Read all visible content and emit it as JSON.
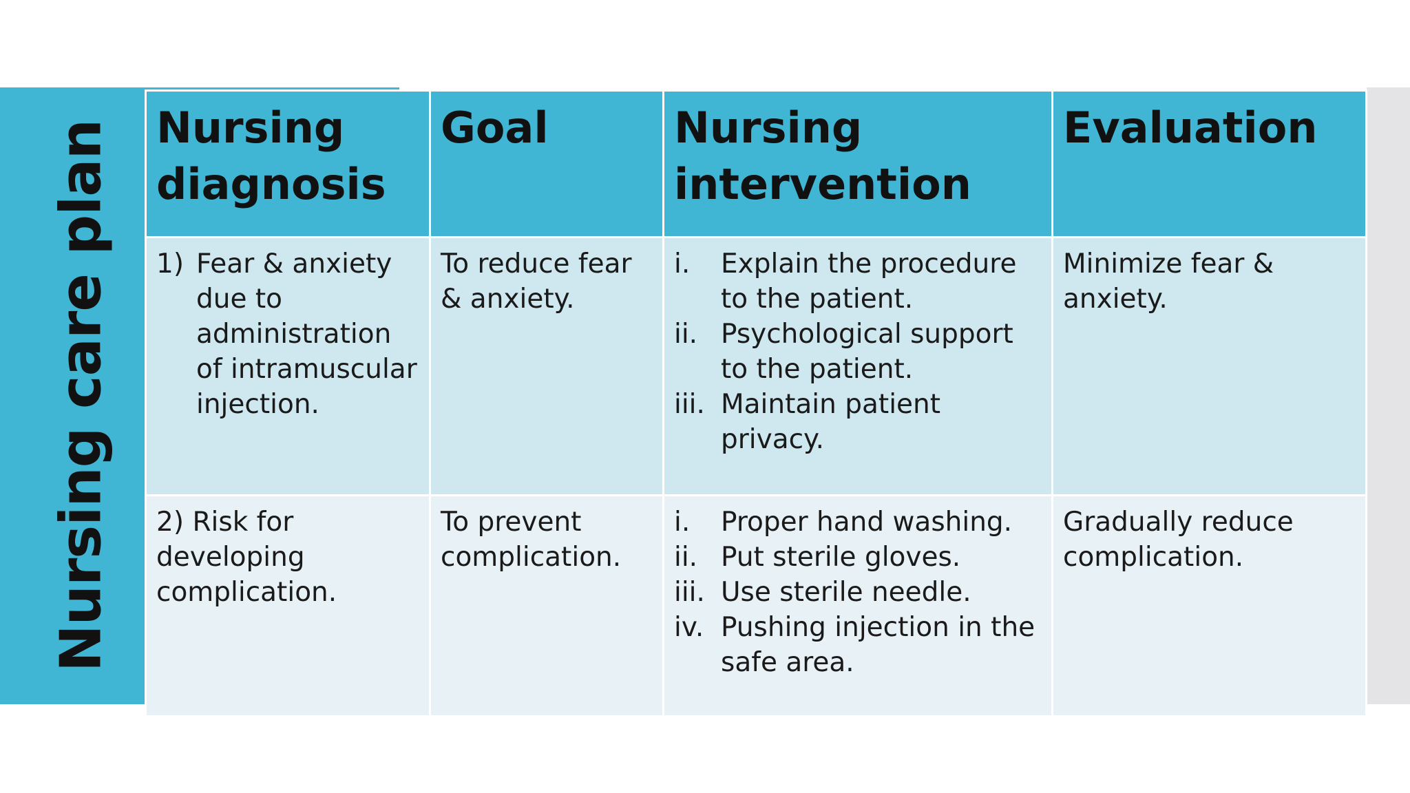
{
  "slide": {
    "title": "Nursing care plan"
  },
  "table": {
    "headers": [
      "Nursing diagnosis",
      "Goal",
      "Nursing intervention",
      "Evaluation"
    ],
    "rows": [
      {
        "diagnosis": {
          "number": "1)",
          "text": "Fear & anxiety due to administration of intramuscular injection."
        },
        "goal": "To reduce fear & anxiety.",
        "interventions": [
          {
            "marker": "i.",
            "text": "Explain the procedure to the patient."
          },
          {
            "marker": "ii.",
            "text": "Psychological support to the patient."
          },
          {
            "marker": "iii.",
            "text": "Maintain patient privacy."
          }
        ],
        "evaluation": "Minimize fear & anxiety."
      },
      {
        "diagnosis": {
          "number": "2)",
          "text": "Risk for developing complication."
        },
        "goal": "To prevent complication.",
        "interventions": [
          {
            "marker": "i.",
            "text": "Proper hand washing."
          },
          {
            "marker": "ii.",
            "text": "Put sterile gloves."
          },
          {
            "marker": "iii.",
            "text": "Use sterile needle."
          },
          {
            "marker": "iv.",
            "text": "Pushing injection in the safe area."
          }
        ],
        "evaluation": "Gradually reduce complication."
      }
    ]
  },
  "colors": {
    "accent": "#40b6d4",
    "row_1": "#cfe7ef",
    "row_2": "#e8f2f6",
    "side_panel": "#e4e4e6"
  }
}
